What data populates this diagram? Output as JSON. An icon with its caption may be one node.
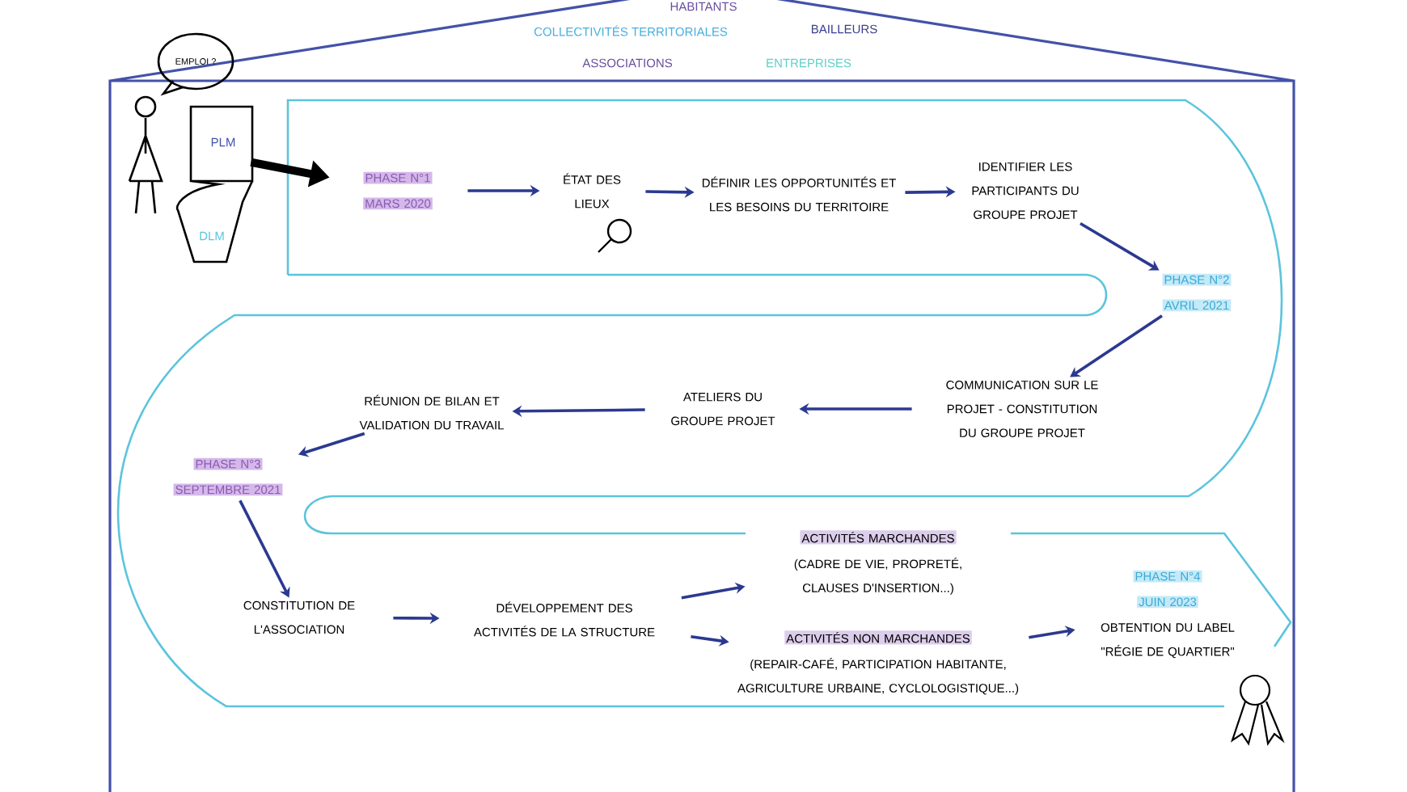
{
  "diagram": {
    "nodes": [
      {
        "text": [],
        "shape": "picture"
      },
      {
        "text": [
          "PHASE N°1",
          "MARS 2020"
        ]
      },
      {
        "text": [
          "ÉTAT DES LIEUX"
        ]
      },
      {
        "text": [
          "DÉFINIR LES OPPORTUNITÉS ET LES BESOINS DU TERRITOIRE"
        ]
      },
      {
        "text": [
          "IDENTIFIER LES PARTICIPANTS DU GROUPE PROJET"
        ]
      },
      {
        "text": [
          "PHASE N°2",
          "AVRIL 2021"
        ]
      },
      {
        "text": [
          "COMMUNICATION SUR LE PROJET - CONSTITUTION DU GROUPE PROJET"
        ]
      },
      {
        "text": [
          "ATELIERS DU GROUPE PROJET"
        ]
      },
      {
        "text": [
          "RÉUNION DE BILAN ET VALIDATION DU TRAVAIL"
        ]
      },
      {
        "text": [
          "PHASE N°3",
          "SEPTEMBRE 2021"
        ]
      },
      {
        "text": [
          "CONSTITUTION DE L'ASSOCIATION"
        ]
      },
      {
        "text": [
          "DÉVELOPPEMENT DES ACTIVITÉS DE LA STRUCTURE"
        ]
      },
      {
        "text": [
          "ACTIVITÉS MARCHANDES",
          "(CADRE DE VIE, PROPRETÉ, CLAUSES D'INSERTION...)"
        ]
      },
      {
        "text": [
          "ACTIVITÉS NON MARCHANDES",
          "(REPAIR-CAFÉ, PARTICIPATION HABITANTE, AGRICULTURE URBAINE, CYCLOLOGISTIQUE...)"
        ]
      },
      {
        "text": [
          "PHASE N°4",
          "JUIN 2023",
          "OBTENTION DU LABEL \"RÉGIE DE QUARTIER\""
        ]
      }
    ],
    "edges": [
      {
        "from": 0,
        "to": 1,
        "arrow": "to",
        "style": "thick",
        "color": "#000000"
      },
      {
        "from": 1,
        "to": 2,
        "arrow": "to"
      },
      {
        "from": 2,
        "to": 3,
        "arrow": "to"
      },
      {
        "from": 3,
        "to": 4,
        "arrow": "to"
      },
      {
        "from": 4,
        "to": 5,
        "arrow": "to"
      },
      {
        "from": 5,
        "to": 6,
        "arrow": "to"
      },
      {
        "from": 6,
        "to": 7,
        "arrow": "to"
      },
      {
        "from": 7,
        "to": 8,
        "arrow": "to"
      },
      {
        "from": 8,
        "to": 9,
        "arrow": "to"
      },
      {
        "from": 9,
        "to": 10,
        "arrow": "to"
      },
      {
        "from": 10,
        "to": 11,
        "arrow": "to"
      },
      {
        "from": 11,
        "to": 12,
        "arrow": "to"
      },
      {
        "from": 11,
        "to": 13,
        "arrow": "to"
      },
      {
        "from": 13,
        "to": 14,
        "arrow": "to"
      }
    ],
    "labels": [
      "HABITANTS",
      "COLLECTIVITÉS TERRITORIALES",
      "BAILLEURS",
      "ASSOCIATIONS",
      "ENTREPRISES",
      "EMPLOI ?",
      "PLM",
      "DLM"
    ]
  }
}
